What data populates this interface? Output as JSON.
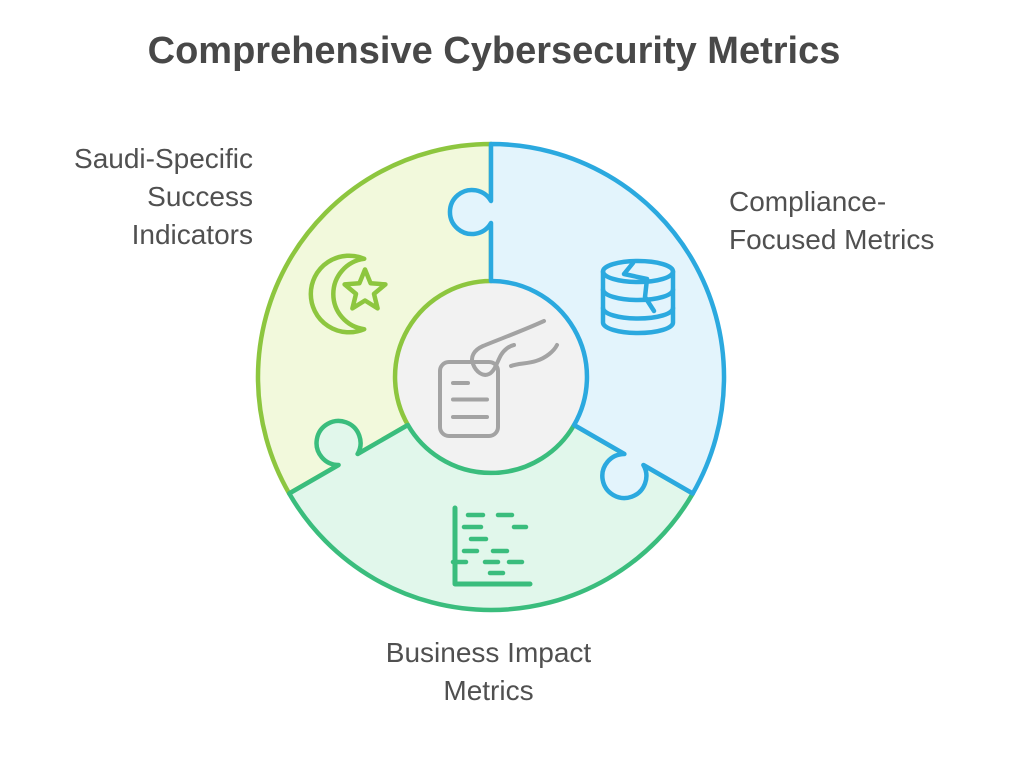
{
  "title": "Comprehensive Cybersecurity Metrics",
  "segments": [
    {
      "name": "Saudi-Specific Success Indicators",
      "label_lines": [
        "Saudi-Specific",
        "Success",
        "Indicators"
      ],
      "icon": "crescent-star-icon",
      "stroke": "#8dc63f",
      "fill": "#f2f9dc"
    },
    {
      "name": "Compliance-Focused Metrics",
      "label_lines": [
        "Compliance-",
        "Focused Metrics"
      ],
      "icon": "database-icon",
      "stroke": "#2ba9df",
      "fill": "#e3f4fc"
    },
    {
      "name": "Business Impact Metrics",
      "label_lines": [
        "Business Impact",
        "Metrics"
      ],
      "icon": "scatter-chart-icon",
      "stroke": "#3abd7d",
      "fill": "#e1f7eb"
    }
  ],
  "center": {
    "icon": "hand-placing-document-icon",
    "fill": "#f2f2f2",
    "icon_color": "#a3a3a3"
  },
  "text_color": "#4a4a4a"
}
